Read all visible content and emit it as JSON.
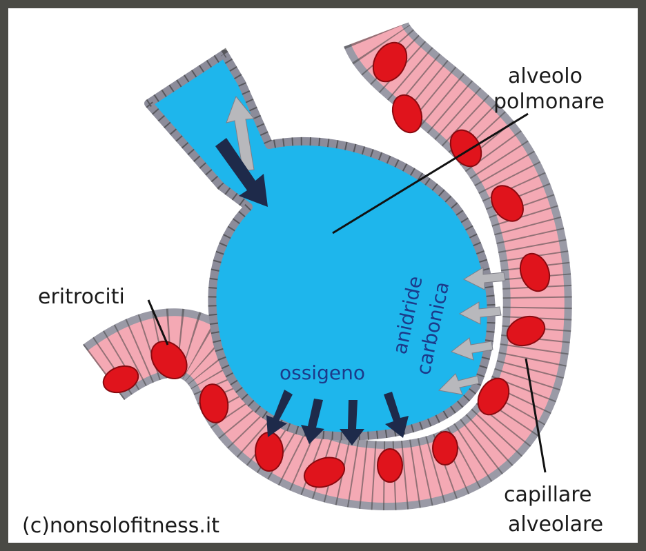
{
  "labels": {
    "alveolo": "alveolo",
    "polmonare": "polmonare",
    "eritrociti": "eritrociti",
    "ossigeno": "ossigeno",
    "anidride": "anidride",
    "carbonica": "carbonica",
    "capillare": "capillare",
    "alveolare": "alveolare",
    "copyright": "(c)nonsolofitness.it"
  },
  "colors": {
    "alveolus_fill": "#1eb6ec",
    "capillary_fill": "#f4a9b4",
    "erythrocyte_fill": "#e0141c",
    "membrane_gray": "#a9a9b4",
    "arrow_dark": "#1e2a4a",
    "arrow_light": "#b8b8bc",
    "background_frame": "#4a4a45"
  },
  "icons": {
    "inflow_arrow": "dark-arrow-icon",
    "outflow_arrow": "light-arrow-icon",
    "red_blood_cell": "erythrocyte-icon"
  }
}
